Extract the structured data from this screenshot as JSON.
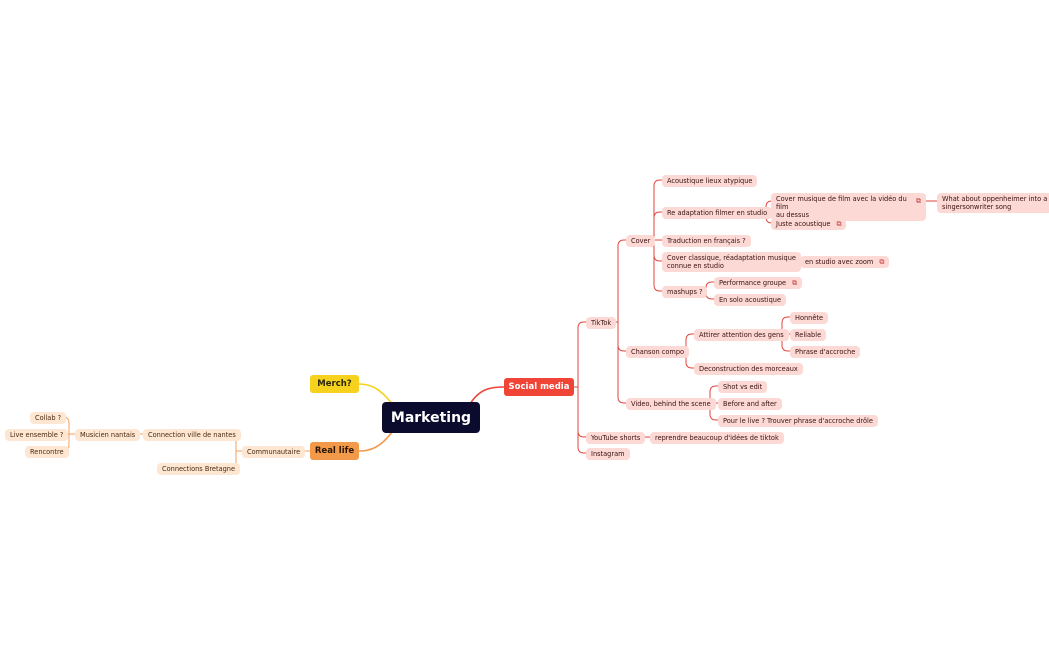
{
  "central": "Marketing",
  "main": {
    "social": "Social media",
    "real": "Real life",
    "merch": "Merch?"
  },
  "social": {
    "tiktok": "TikTok",
    "cover": "Cover",
    "acoustique": "Acoustique lieux atypique",
    "readaptation": "Re adaptation filmer en studio",
    "cover_film": [
      "Cover musique de film avec la vidéo du film",
      "au dessus"
    ],
    "oppenheimer": [
      "What about oppenheimer into a",
      "singersonwriter song"
    ],
    "juste_acoustique": "Juste acoustique",
    "traduction": "Traduction en français ?",
    "cover_classique": [
      "Cover classique, réadaptation musique",
      "connue en studio"
    ],
    "studio_zoom": "en studio avec zoom",
    "mashups": "mashups ?",
    "performance_groupe": "Performance groupe",
    "solo_acoustique": "En solo acoustique",
    "chanson_compo": "Chanson compo",
    "attirer": "Attirer attention des gens",
    "honnete": "Honnête",
    "reliable": "Reliable",
    "phrase_accroche": "Phrase d'accroche",
    "deconstruction": "Deconstruction des morceaux",
    "video_behind": "Video, behind the scene",
    "shot_vs_edit": "Shot vs edit",
    "before_after": "Before and after",
    "pour_le_live": "Pour le live ? Trouver phrase d'accroche drôle",
    "youtube_shorts": "YouTube shorts",
    "reprendre": "reprendre beaucoup d'idées de tiktok",
    "instagram": "Instagram"
  },
  "real": {
    "communautaire": "Communautaire",
    "connection_nantes": "Connection ville de nantes",
    "connections_bretagne": "Connections Bretagne",
    "musicien_nantais": "Musicien nantais",
    "collab": "Collab ?",
    "live_ensemble": "Live ensemble ?",
    "rencontre": "Rencontre"
  },
  "icons": {
    "link": "external-link-icon"
  },
  "colors": {
    "central": "#0b0b2e",
    "social": "#f04437",
    "social_branch": "#e0473d",
    "social_node": "#fcd9d4",
    "real": "#f39a4a",
    "real_branch": "#f0a060",
    "real_node": "#fde6d2",
    "merch": "#f6d21e"
  }
}
